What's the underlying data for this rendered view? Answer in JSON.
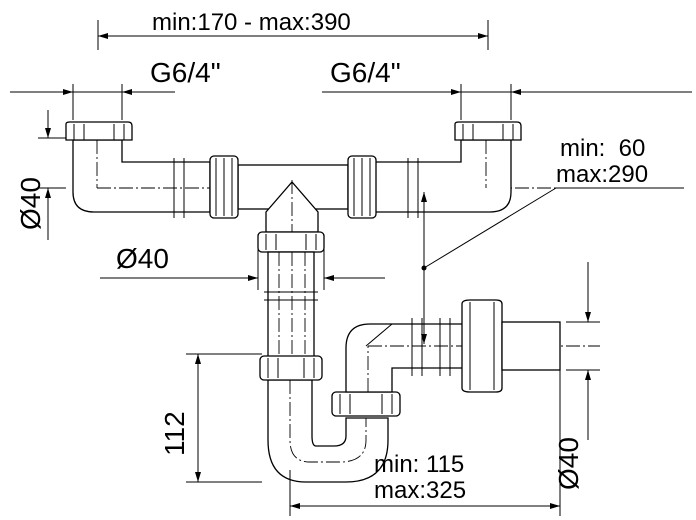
{
  "dimensions": {
    "overall_width": "min:170 - max:390",
    "thread_left": "G6/4\"",
    "thread_right": "G6/4\"",
    "inlet_diameter": "Ø40",
    "branch_diameter": "Ø40",
    "height_range_min": "min:  60",
    "height_range_max": "max:290",
    "trap_height": "112",
    "outlet_reach_min": "min: 115",
    "outlet_reach_max": "max:325",
    "outlet_diameter": "Ø40"
  },
  "colors": {
    "line": "#000000",
    "background": "#ffffff"
  }
}
